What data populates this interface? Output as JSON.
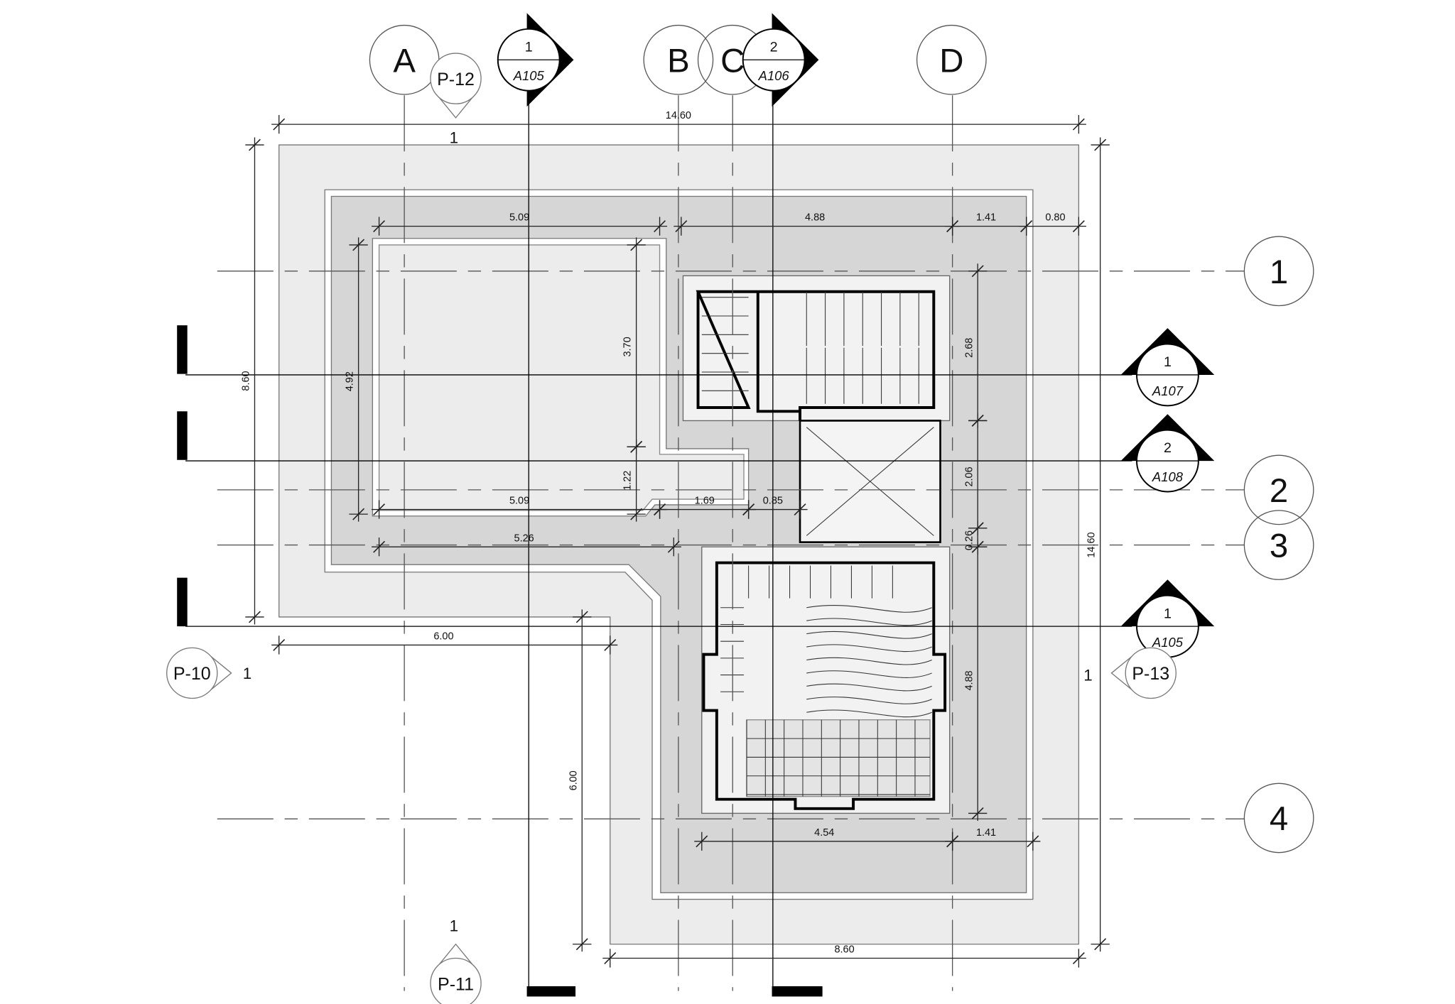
{
  "grid_columns": [
    "A",
    "B",
    "C",
    "D"
  ],
  "grid_rows": [
    "1",
    "2",
    "3",
    "4"
  ],
  "section_markers": [
    {
      "number": "1",
      "sheet": "A105"
    },
    {
      "number": "2",
      "sheet": "A106"
    },
    {
      "number": "1",
      "sheet": "A107"
    },
    {
      "number": "2",
      "sheet": "A108"
    },
    {
      "number": "1",
      "sheet": "A105"
    }
  ],
  "elevation_markers": [
    {
      "label": "P-12",
      "number": "1"
    },
    {
      "label": "P-10",
      "number": "1"
    },
    {
      "label": "P-13",
      "number": "1"
    },
    {
      "label": "P-11",
      "number": "1"
    }
  ],
  "dimensions": {
    "overall_top": "14.60",
    "overall_left": "8.60",
    "overall_right": "14.60",
    "bottom_wing": "8.60",
    "left_wing_width": "6.00",
    "left_wing_depth": "6.00",
    "inner_top_a": "5.09",
    "inner_top_b": "4.88",
    "inner_top_c": "1.41",
    "inner_top_d": "0.80",
    "inner_v_a": "3.70",
    "inner_v_b": "4.92",
    "inner_v_c": "1.22",
    "mid_a": "5.09",
    "mid_b": "1.69",
    "mid_c": "0.85",
    "mid_d": "5.26",
    "right_a": "2.68",
    "right_b": "2.06",
    "right_c": "0.26",
    "right_d": "4.88",
    "bottom_a": "4.54",
    "bottom_b": "1.41"
  }
}
